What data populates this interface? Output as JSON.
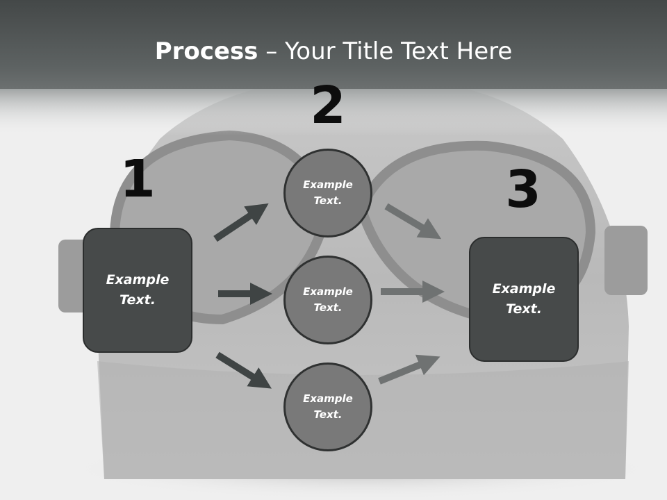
{
  "title": {
    "bold": "Process",
    "rest": " – Your Title Text Here"
  },
  "steps": [
    {
      "number": "1",
      "text": "Example Text."
    },
    {
      "number": "2",
      "text": ""
    },
    {
      "number": "3",
      "text": "Example Text."
    }
  ],
  "nodes": [
    {
      "text": "Example Text."
    },
    {
      "text": "Example Text."
    },
    {
      "text": "Example Text."
    }
  ],
  "colors": {
    "title_bar": "#4b4f4f",
    "box_fill": "#474a4a",
    "circle_fill": "#797979",
    "arrow_dark": "#3f4444",
    "arrow_mid": "#6f7272"
  }
}
